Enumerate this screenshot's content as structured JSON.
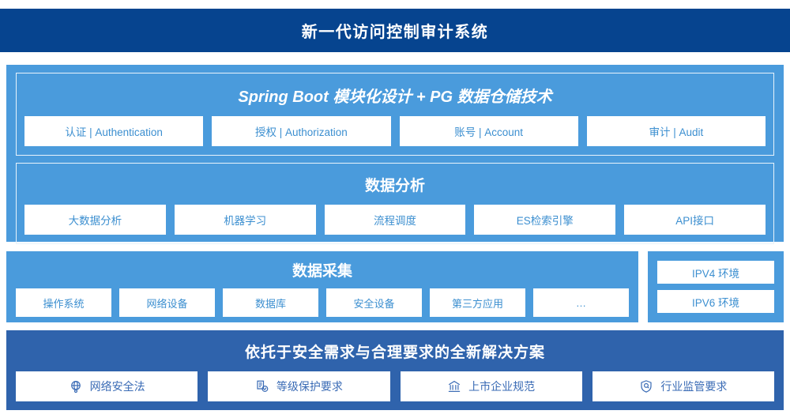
{
  "header": {
    "title": "新一代访问控制审计系统"
  },
  "platform": {
    "sections": [
      {
        "title": "Spring Boot 模块化设计 + PG 数据仓储技术",
        "cards": [
          {
            "label": "认证 | Authentication"
          },
          {
            "label": "授权 | Authorization"
          },
          {
            "label": "账号 | Account"
          },
          {
            "label": "审计 | Audit"
          }
        ]
      },
      {
        "title": "数据分析",
        "cards": [
          {
            "label": "大数据分析"
          },
          {
            "label": "机器学习"
          },
          {
            "label": "流程调度"
          },
          {
            "label": "ES检索引擎"
          },
          {
            "label": "API接口"
          }
        ]
      }
    ]
  },
  "collection": {
    "title": "数据采集",
    "cards": [
      {
        "label": "操作系统"
      },
      {
        "label": "网络设备"
      },
      {
        "label": "数据库"
      },
      {
        "label": "安全设备"
      },
      {
        "label": "第三方应用"
      },
      {
        "label": "…"
      }
    ]
  },
  "environment": {
    "items": [
      {
        "label": "IPV4 环境"
      },
      {
        "label": "IPV6 环境"
      }
    ]
  },
  "solution": {
    "title": "依托于安全需求与合理要求的全新解决方案",
    "cards": [
      {
        "label": "网络安全法",
        "icon": "globe-icon"
      },
      {
        "label": "等级保护要求",
        "icon": "document-check-icon"
      },
      {
        "label": "上市企业规范",
        "icon": "bank-icon"
      },
      {
        "label": "行业监管要求",
        "icon": "shield-search-icon"
      }
    ]
  },
  "colors": {
    "header_navy": "#06448f",
    "panel_sky_blue": "#4a9bdc",
    "solution_blue": "#2f63ac",
    "card_text_blue": "#3c8fd0",
    "solution_text_blue": "#3a6bb5",
    "card_background": "#ffffff"
  }
}
